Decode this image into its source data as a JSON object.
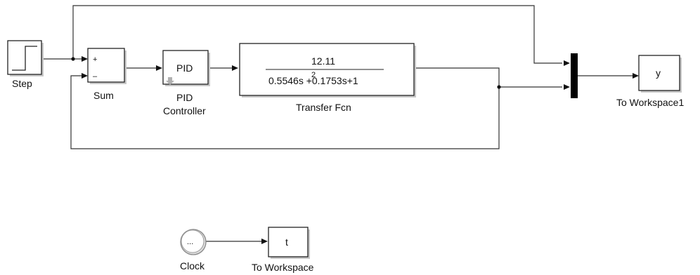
{
  "blocks": {
    "step": {
      "label": "Step"
    },
    "sum": {
      "label": "Sum",
      "port_plus": "+",
      "port_minus": "–"
    },
    "pid": {
      "text": "PID",
      "label_line1": "PID",
      "label_line2": "Controller"
    },
    "transfer": {
      "numerator": "12.11",
      "denominator": "0.5546s +0.1753s+1",
      "exponent": "2",
      "label": "Transfer Fcn"
    },
    "to_workspace1": {
      "text": "y",
      "label": "To Workspace1"
    },
    "clock": {
      "text": "...",
      "label": "Clock"
    },
    "to_workspace": {
      "text": "t",
      "label": "To Workspace"
    }
  },
  "colors": {
    "line": "#333333",
    "block_border": "#222222",
    "shadow": "#c8c8c8",
    "mux": "#000000"
  }
}
